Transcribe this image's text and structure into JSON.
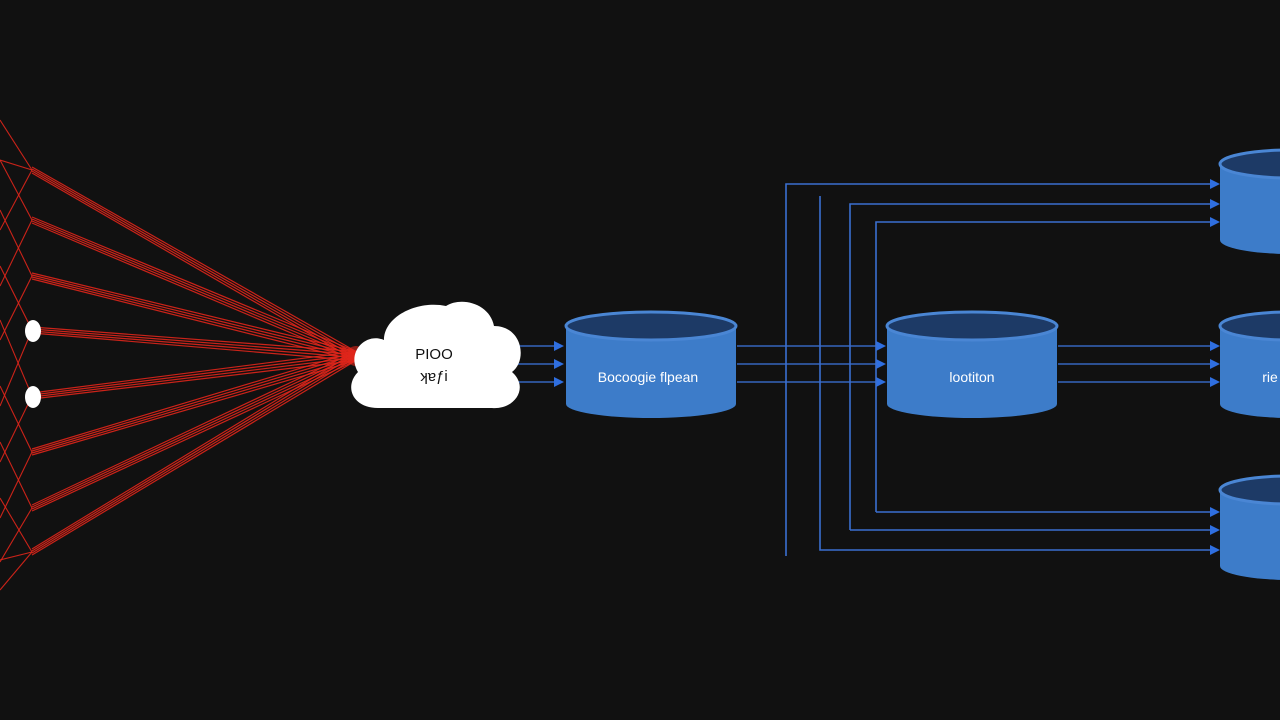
{
  "colors": {
    "background": "#111111",
    "fan_lines": "#e0261b",
    "flow_lines": "#3a6fd0",
    "database_fill": "#3d7cc9",
    "database_top": "#1d3a66",
    "cloud_fill": "#ffffff"
  },
  "cloud": {
    "line1": "PIOO",
    "line2": "ʞɐƒi"
  },
  "databases": {
    "first": {
      "label": "Bocoogie flpean"
    },
    "second": {
      "label": "lootiton"
    },
    "third": {
      "label": ""
    },
    "middle_right": {
      "label": "rie"
    },
    "bottom_right": {
      "label": ""
    }
  }
}
